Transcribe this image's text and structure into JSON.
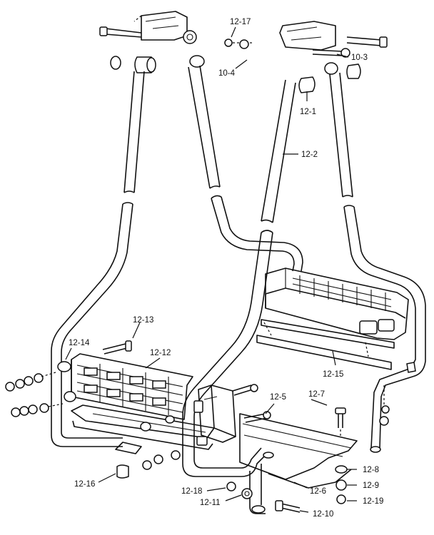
{
  "labels": {
    "l_12_17": "12-17",
    "l_10_3": "10-3",
    "l_10_4": "10-4",
    "l_12_1": "12-1",
    "l_12_2": "12-2",
    "l_12_13": "12-13",
    "l_12_14": "12-14",
    "l_12_12": "12-12",
    "l_12_15": "12-15",
    "l_12_7": "12-7",
    "l_12_5": "12-5",
    "l_12_8": "12-8",
    "l_12_9": "12-9",
    "l_12_19": "12-19",
    "l_12_16": "12-16",
    "l_12_18": "12-18",
    "l_12_11": "12-11",
    "l_12_6": "12-6",
    "l_12_10": "12-10"
  }
}
